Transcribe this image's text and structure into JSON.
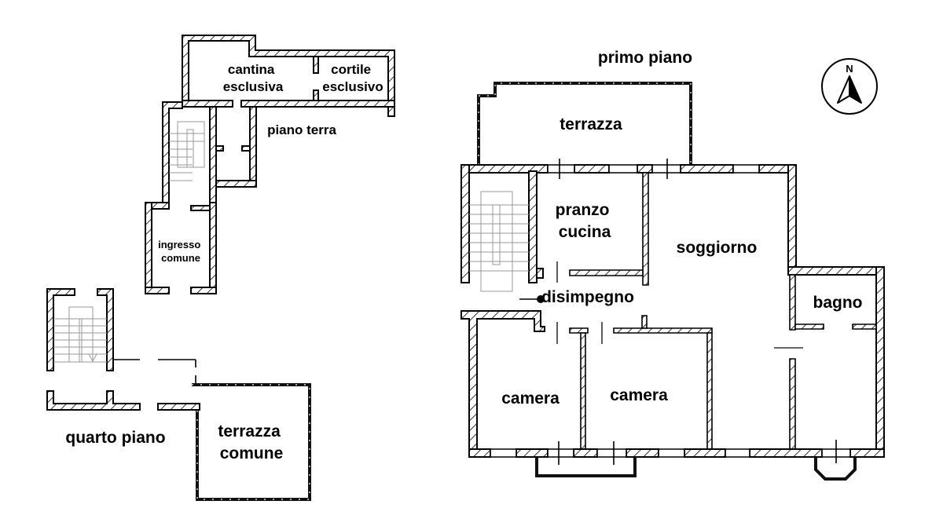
{
  "plan": {
    "floors": [
      {
        "name": "piano terra",
        "rooms": [
          {
            "id": "cantina",
            "label_lines": [
              "cantina",
              "esclusiva"
            ]
          },
          {
            "id": "cortile",
            "label_lines": [
              "cortile",
              "esclusivo"
            ]
          },
          {
            "id": "ingresso",
            "label_lines": [
              "ingresso",
              "comune"
            ]
          }
        ]
      },
      {
        "name": "quarto piano",
        "rooms": [
          {
            "id": "terrazza-comune",
            "label_lines": [
              "terrazza",
              "comune"
            ]
          }
        ]
      },
      {
        "name": "primo piano",
        "rooms": [
          {
            "id": "terrazza",
            "label_lines": [
              "terrazza"
            ]
          },
          {
            "id": "pranzo-cucina",
            "label_lines": [
              "pranzo",
              "cucina"
            ]
          },
          {
            "id": "soggiorno",
            "label_lines": [
              "soggiorno"
            ]
          },
          {
            "id": "disimpegno",
            "label_lines": [
              "disimpegno"
            ]
          },
          {
            "id": "bagno",
            "label_lines": [
              "bagno"
            ]
          },
          {
            "id": "camera-1",
            "label_lines": [
              "camera"
            ]
          },
          {
            "id": "camera-2",
            "label_lines": [
              "camera"
            ]
          }
        ]
      }
    ],
    "compass": {
      "icon": "north-arrow-icon",
      "label": "N"
    }
  }
}
